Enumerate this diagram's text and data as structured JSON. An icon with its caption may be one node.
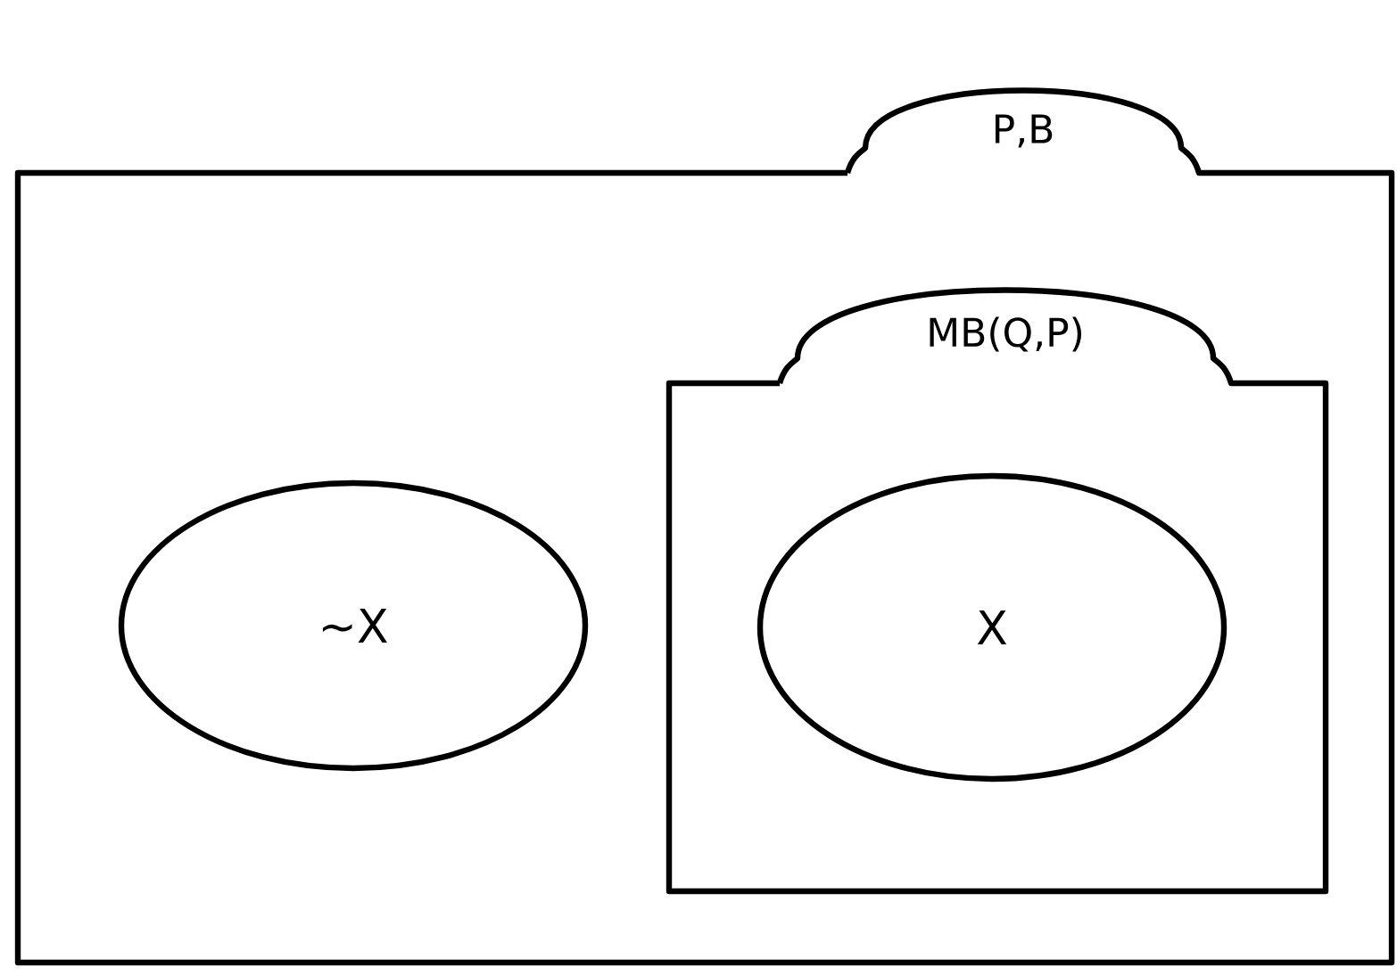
{
  "diagram": {
    "nodes": [
      {
        "text": [
          "P,B"
        ]
      },
      {
        "text": [
          "~X"
        ],
        "in": 0
      },
      {
        "text": [
          "MB(Q,P)"
        ],
        "in": 0
      },
      {
        "text": [
          "X"
        ],
        "in": 2
      }
    ]
  }
}
